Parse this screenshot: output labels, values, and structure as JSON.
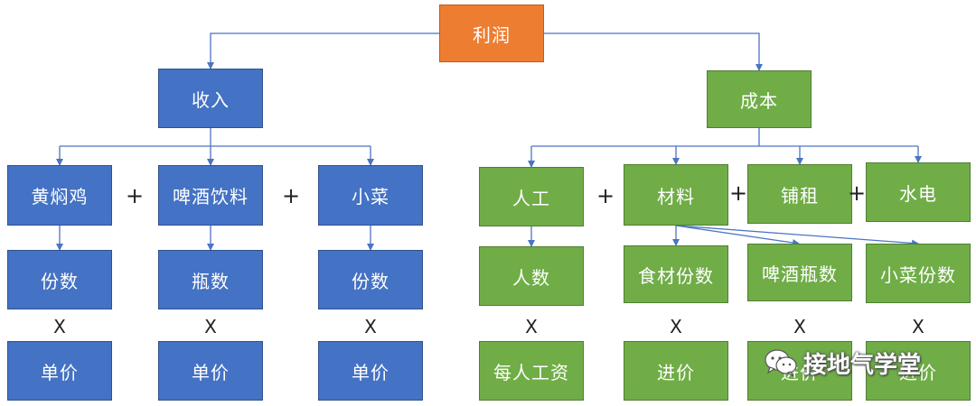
{
  "colors": {
    "root": "#ed7d31",
    "revenue": "#4472c4",
    "cost": "#70ad47",
    "connector": "#4a74c4"
  },
  "nodes": {
    "profit": "利润",
    "revenue": "收入",
    "cost": "成本",
    "chicken": "黄焖鸡",
    "beer_drinks": "啤酒饮料",
    "side_dish": "小菜",
    "chicken_count": "份数",
    "bottle_count": "瓶数",
    "side_count": "份数",
    "chicken_price": "单价",
    "bottle_price": "单价",
    "side_price": "单价",
    "labor": "人工",
    "materials": "材料",
    "rent": "铺租",
    "utilities": "水电",
    "headcount": "人数",
    "ingredient_portions": "食材份数",
    "beer_bottles": "啤酒瓶数",
    "side_portions": "小菜份数",
    "wage": "每人工资",
    "purchase_price_1": "进价",
    "purchase_price_2": "进价",
    "purchase_price_3": "进价"
  },
  "ops": {
    "plus": "+",
    "times": "X"
  },
  "watermark": {
    "text": "接地气学堂",
    "icon": "wechat-icon"
  }
}
